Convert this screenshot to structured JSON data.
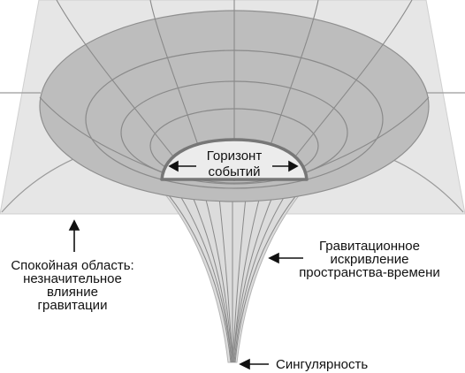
{
  "labels": {
    "horizon_line1": "Горизонт",
    "horizon_line2": "событий",
    "calm_line1": "Спокойная область:",
    "calm_line2": "незначительное",
    "calm_line3": "влияние",
    "calm_line4": "гравитации",
    "curv_line1": "Гравитационное",
    "curv_line2": "искривление",
    "curv_line3": "пространства-времени",
    "singularity": "Сингулярность"
  },
  "colors": {
    "plane": "#e6e6e6",
    "funnel": "#bdbdbd",
    "funnel_outline": "#8f8f8f",
    "grid": "#9a9a9a",
    "throat": "#dcdcdc",
    "horizon_fill": "#ececec",
    "horizon_edge": "#777777",
    "text": "#111111"
  }
}
